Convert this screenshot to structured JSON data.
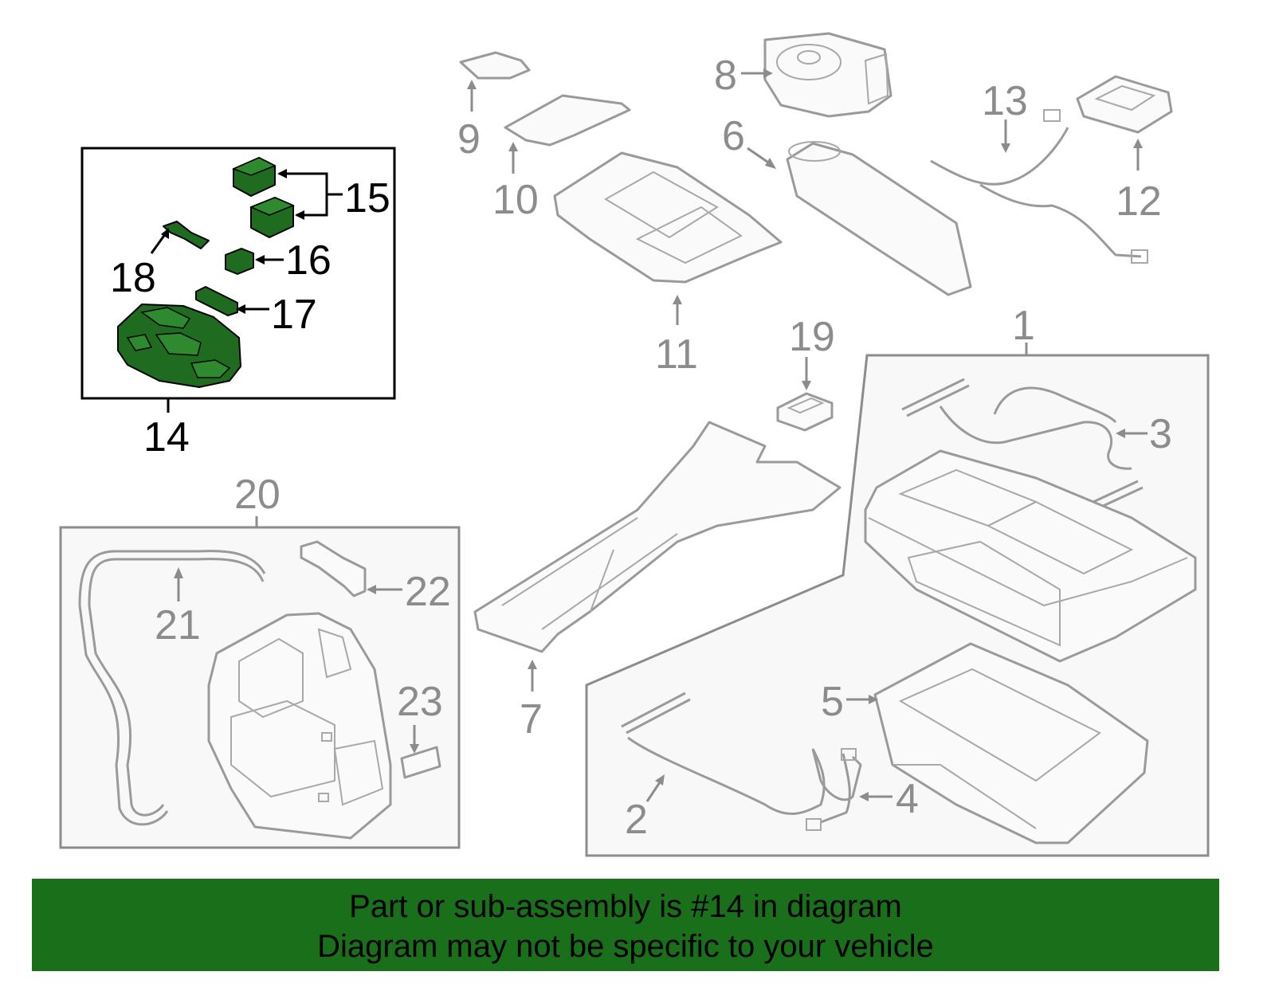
{
  "callouts": {
    "c1": "1",
    "c2": "2",
    "c3": "3",
    "c4": "4",
    "c5": "5",
    "c6": "6",
    "c7": "7",
    "c8": "8",
    "c9": "9",
    "c10": "10",
    "c11": "11",
    "c12": "12",
    "c13": "13",
    "c14": "14",
    "c15": "15",
    "c16": "16",
    "c17": "17",
    "c18": "18",
    "c19": "19",
    "c20": "20",
    "c21": "21",
    "c22": "22",
    "c23": "23"
  },
  "highlight": {
    "part_number": "14",
    "color": "#1a6f1a"
  },
  "footer": {
    "line1": "Part or sub-assembly is #14 in diagram",
    "line2": "Diagram may not be specific to your vehicle"
  },
  "colors": {
    "banner": "#1a6f1a",
    "highlighted_part": "#1f6b1f",
    "other_parts": "#9a9a9a"
  }
}
